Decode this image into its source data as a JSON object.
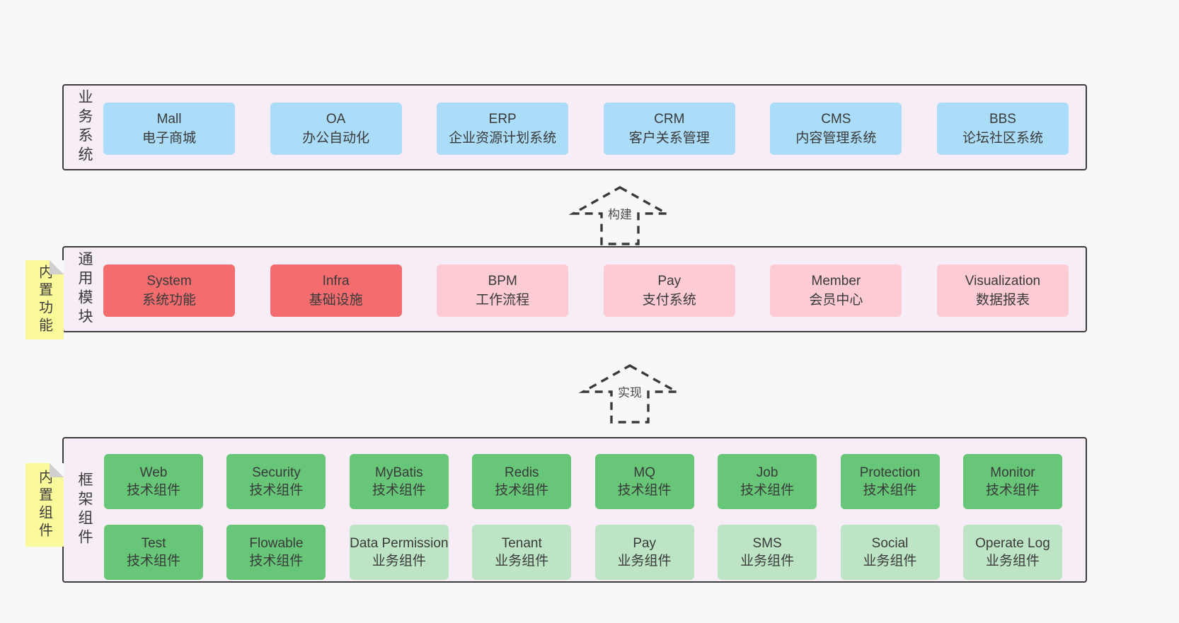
{
  "colors": {
    "page_bg": "#f8f8f8",
    "band_bg": "#f7edf6",
    "band_border": "#3c3c3c",
    "blue": "#abdcf8",
    "red": "#f36d6f",
    "pink": "#fccbd3",
    "green": "#67c678",
    "light_green": "#bde5c5",
    "note_yellow": "#fbfa9b",
    "note_fold": "#cfcfcf",
    "text": "#3a3a3a",
    "arrow": "#3a3a3a"
  },
  "band1": {
    "label": "业务系统",
    "boxes": [
      {
        "name": "Mall",
        "desc": "电子商城"
      },
      {
        "name": "OA",
        "desc": "办公自动化"
      },
      {
        "name": "ERP",
        "desc": "企业资源计划系统"
      },
      {
        "name": "CRM",
        "desc": "客户关系管理"
      },
      {
        "name": "CMS",
        "desc": "内容管理系统"
      },
      {
        "name": "BBS",
        "desc": "论坛社区系统"
      }
    ]
  },
  "arrow1": {
    "label": "构建"
  },
  "band2": {
    "label": "通用模块",
    "note": "内置功能",
    "boxes": [
      {
        "name": "System",
        "desc": "系统功能"
      },
      {
        "name": "Infra",
        "desc": "基础设施"
      },
      {
        "name": "BPM",
        "desc": "工作流程"
      },
      {
        "name": "Pay",
        "desc": "支付系统"
      },
      {
        "name": "Member",
        "desc": "会员中心"
      },
      {
        "name": "Visualization",
        "desc": "数据报表"
      }
    ]
  },
  "arrow2": {
    "label": "实现"
  },
  "band3": {
    "label": "框架组件",
    "note": "内置组件",
    "row1": [
      {
        "name": "Web",
        "desc": "技术组件"
      },
      {
        "name": "Security",
        "desc": "技术组件"
      },
      {
        "name": "MyBatis",
        "desc": "技术组件"
      },
      {
        "name": "Redis",
        "desc": "技术组件"
      },
      {
        "name": "MQ",
        "desc": "技术组件"
      },
      {
        "name": "Job",
        "desc": "技术组件"
      },
      {
        "name": "Protection",
        "desc": "技术组件"
      },
      {
        "name": "Monitor",
        "desc": "技术组件"
      }
    ],
    "row2": [
      {
        "name": "Test",
        "desc": "技术组件"
      },
      {
        "name": "Flowable",
        "desc": "技术组件"
      },
      {
        "name": "Data Permission",
        "desc": "业务组件"
      },
      {
        "name": "Tenant",
        "desc": "业务组件"
      },
      {
        "name": "Pay",
        "desc": "业务组件"
      },
      {
        "name": "SMS",
        "desc": "业务组件"
      },
      {
        "name": "Social",
        "desc": "业务组件"
      },
      {
        "name": "Operate Log",
        "desc": "业务组件"
      }
    ]
  }
}
